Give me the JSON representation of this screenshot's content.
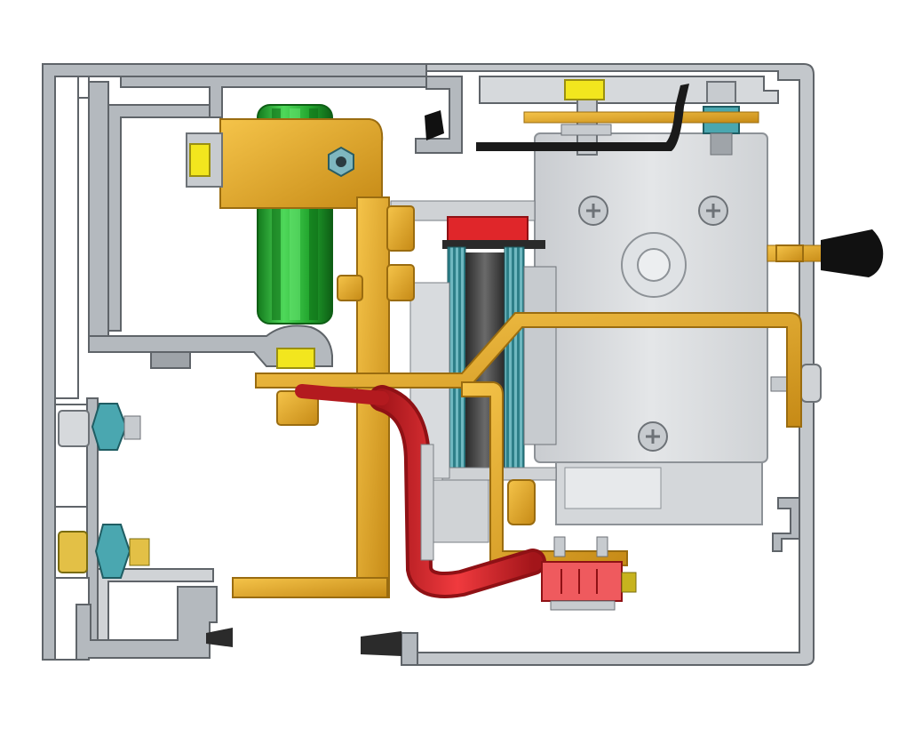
{
  "figure": {
    "description_shown": "",
    "colors": {
      "frame": "#a9aeb3",
      "frame_dark": "#5f6469",
      "bracket": "#e3aa2e",
      "bracket_dark": "#9a6c10",
      "wheel": "#2db83a",
      "wheel_dark": "#137a1c",
      "belt": "#e0262a",
      "belt_dark": "#8f1115",
      "motor": "#d9dcdf",
      "motor_dark": "#8d9297",
      "knob": "#111111",
      "teal": "#4aa7b0",
      "yellow_cap": "#f2e61e"
    },
    "components": [
      {
        "name": "aluminium-profile-frame"
      },
      {
        "name": "roller-wheel"
      },
      {
        "name": "drive-belt"
      },
      {
        "name": "motor-housing"
      },
      {
        "name": "gear-pulley"
      },
      {
        "name": "release-knob"
      },
      {
        "name": "mounting-bracket"
      },
      {
        "name": "terminal-block"
      },
      {
        "name": "fastening-bolts"
      }
    ]
  }
}
